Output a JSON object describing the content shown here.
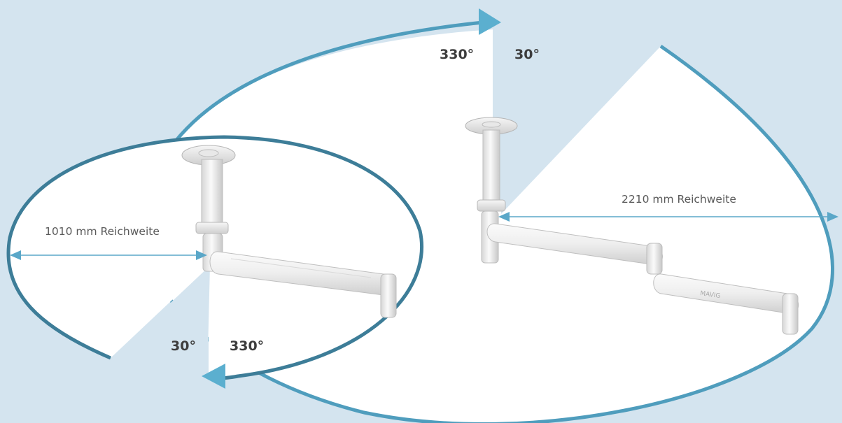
{
  "angles": {
    "large_left": "330°",
    "large_right": "30°",
    "small_left": "30°",
    "small_right": "330°"
  },
  "reach": {
    "small": "1010 mm Reichweite",
    "large": "2210 mm Reichweite"
  },
  "logo_text": "MAVIG",
  "colors": {
    "background": "#d4e4ef",
    "large_ring": "#4f9dbd",
    "small_ring": "#3d7d98",
    "arrow": "#5bafcf",
    "dimension_line": "#5aa7c8",
    "label": "#3d3d3d"
  }
}
